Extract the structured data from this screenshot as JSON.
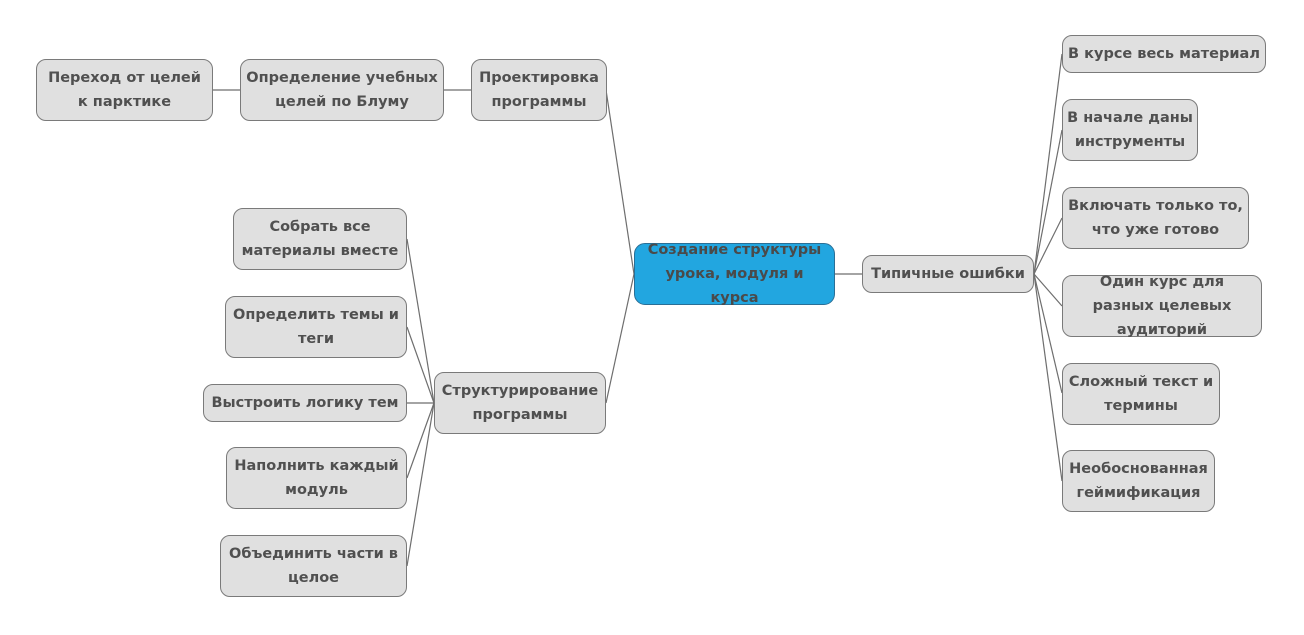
{
  "root": {
    "label": "Создание структуры урока, модуля и курса"
  },
  "branches": {
    "design": {
      "label": "Проектировка программы",
      "children": [
        {
          "label": "Определение учебных целей по Блуму"
        },
        {
          "label": "Переход от целей к парктике"
        }
      ]
    },
    "structuring": {
      "label": "Структурирование программы",
      "children": [
        {
          "label": "Собрать все материалы вместе"
        },
        {
          "label": "Определить темы и теги"
        },
        {
          "label": "Выстроить логику тем"
        },
        {
          "label": "Наполнить каждый модуль"
        },
        {
          "label": "Объединить части в целое"
        }
      ]
    },
    "mistakes": {
      "label": "Типичные ошибки",
      "children": [
        {
          "label": "В курсе весь материал"
        },
        {
          "label": "В начале даны инструменты"
        },
        {
          "label": "Включать только то, что уже готово"
        },
        {
          "label": "Один курс для разных целевых аудиторий"
        },
        {
          "label": "Сложный текст и термины"
        },
        {
          "label": "Необоснованная геймификация"
        }
      ]
    }
  },
  "colors": {
    "root_fill": "#22a6e0",
    "node_fill": "#e0e0e0",
    "node_text": "#505050",
    "connector": "#6e6e6e"
  }
}
